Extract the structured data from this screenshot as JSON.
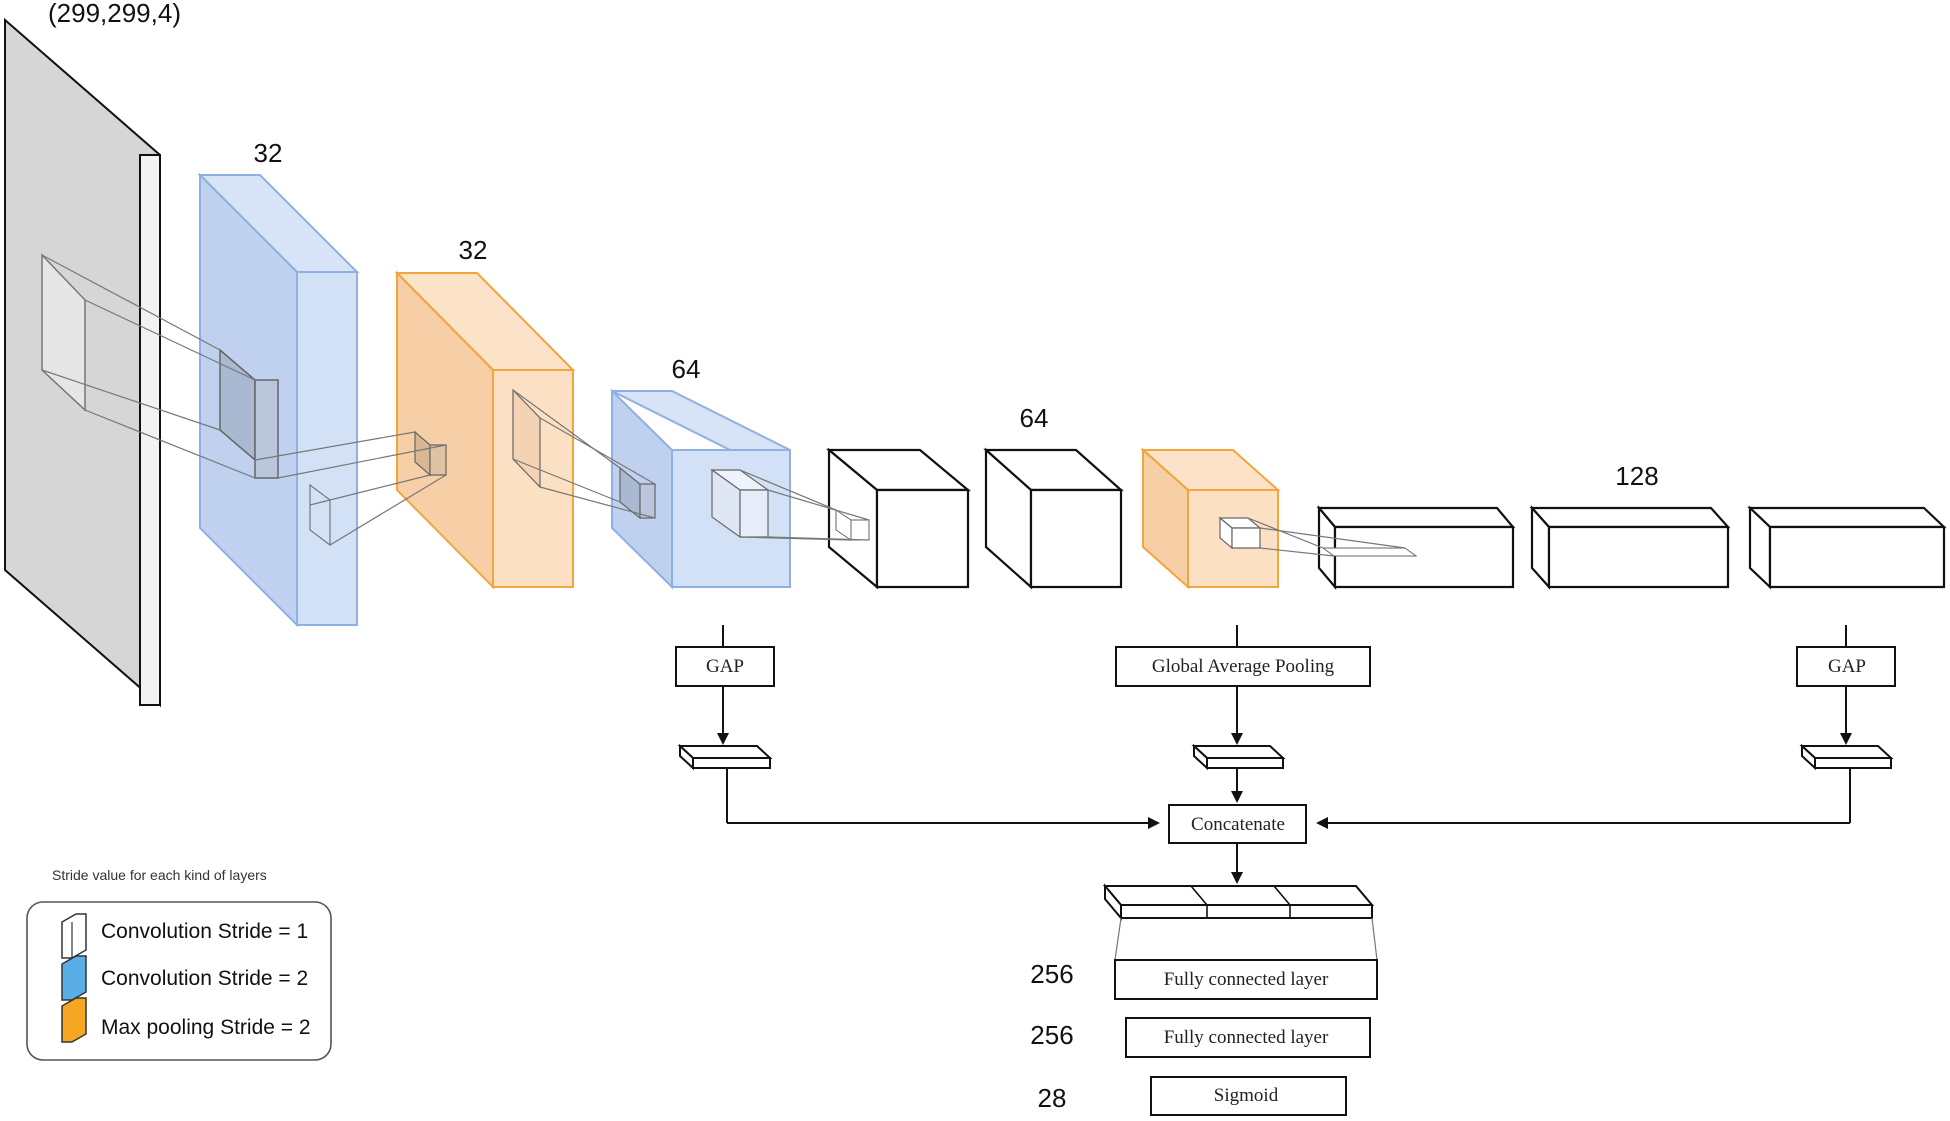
{
  "input_shape": "(299,299,4)",
  "filter_labels": {
    "conv1": "32",
    "pool1": "32",
    "conv2": "64",
    "block2": "64",
    "block3": "128"
  },
  "branches": {
    "left_gap": "GAP",
    "middle_gap": "Global Average Pooling",
    "right_gap": "GAP"
  },
  "concat_label": "Concatenate",
  "head": {
    "fc1_units": "256",
    "fc1_label": "Fully connected layer",
    "fc2_units": "256",
    "fc2_label": "Fully connected layer",
    "out_units": "28",
    "out_label": "Sigmoid"
  },
  "legend": {
    "title": "Stride value for each kind of layers",
    "items": [
      {
        "label": "Convolution Stride = 1",
        "color": "#ffffff"
      },
      {
        "label": "Convolution Stride = 2",
        "color": "#5aaee6"
      },
      {
        "label": "Max pooling Stride = 2",
        "color": "#f5a623"
      }
    ]
  },
  "colors": {
    "input": "#d9d9d9",
    "conv_stride2_face": "#c9d9f2",
    "conv_stride2_edge": "#8fb0e0",
    "pool_face": "#fbd7b5",
    "pool_edge": "#f0a63a"
  }
}
